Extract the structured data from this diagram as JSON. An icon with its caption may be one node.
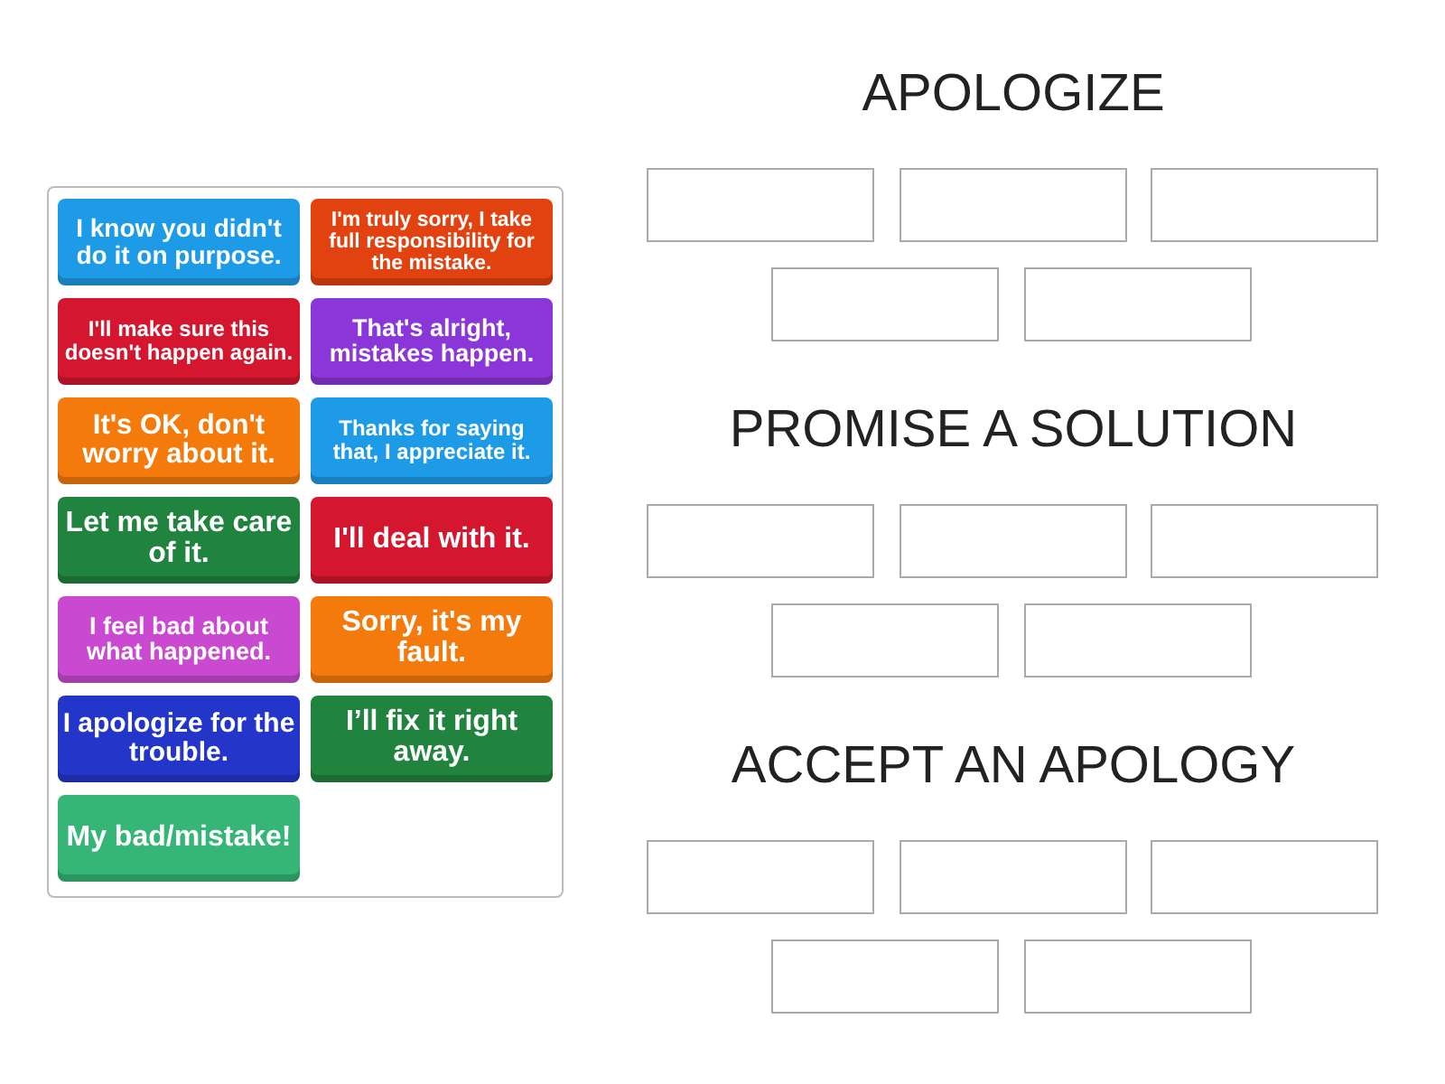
{
  "diagram": {
    "nodes": [
      {
        "text": [],
        "shape": "box"
      },
      {
        "text": [
          "I know you didn't do it on purpose."
        ],
        "in": 0
      },
      {
        "text": [
          "I'm truly sorry, I take full responsibility for the mistake."
        ],
        "in": 0
      },
      {
        "text": [
          "I'll make sure this doesn't happen again."
        ],
        "in": 0
      },
      {
        "text": [
          "That's alright, mistakes happen."
        ],
        "in": 0
      },
      {
        "text": [
          "It's OK, don't worry about it."
        ],
        "in": 0
      },
      {
        "text": [
          "Thanks for saying that, I appreciate it."
        ],
        "in": 0
      },
      {
        "text": [
          "Let me take care of it."
        ],
        "in": 0
      },
      {
        "text": [
          "I'll deal with it."
        ],
        "in": 0
      },
      {
        "text": [
          "I feel bad about what happened."
        ],
        "in": 0
      },
      {
        "text": [
          "Sorry, it's my fault."
        ],
        "in": 0
      },
      {
        "text": [
          "I apologize for the trouble."
        ],
        "in": 0
      },
      {
        "text": [
          "I’ll fix it right away."
        ],
        "in": 0
      },
      {
        "text": [
          "My bad/mistake!"
        ],
        "in": 0
      },
      {
        "text": [],
        "shape": "box"
      },
      {
        "text": [],
        "shape": "box"
      },
      {
        "text": [],
        "shape": "box"
      },
      {
        "text": [],
        "shape": "box"
      },
      {
        "text": [],
        "shape": "box"
      },
      {
        "text": [],
        "shape": "box"
      },
      {
        "text": [],
        "shape": "box"
      },
      {
        "text": [],
        "shape": "box"
      },
      {
        "text": [],
        "shape": "box"
      },
      {
        "text": [],
        "shape": "box"
      },
      {
        "text": [],
        "shape": "box"
      },
      {
        "text": [],
        "shape": "box"
      },
      {
        "text": [],
        "shape": "box"
      },
      {
        "text": [],
        "shape": "box"
      },
      {
        "text": [],
        "shape": "box"
      }
    ],
    "edges": [],
    "labels": [
      "APOLOGIZE",
      "PROMISE A SOLUTION",
      "ACCEPT AN APOLOGY"
    ]
  }
}
